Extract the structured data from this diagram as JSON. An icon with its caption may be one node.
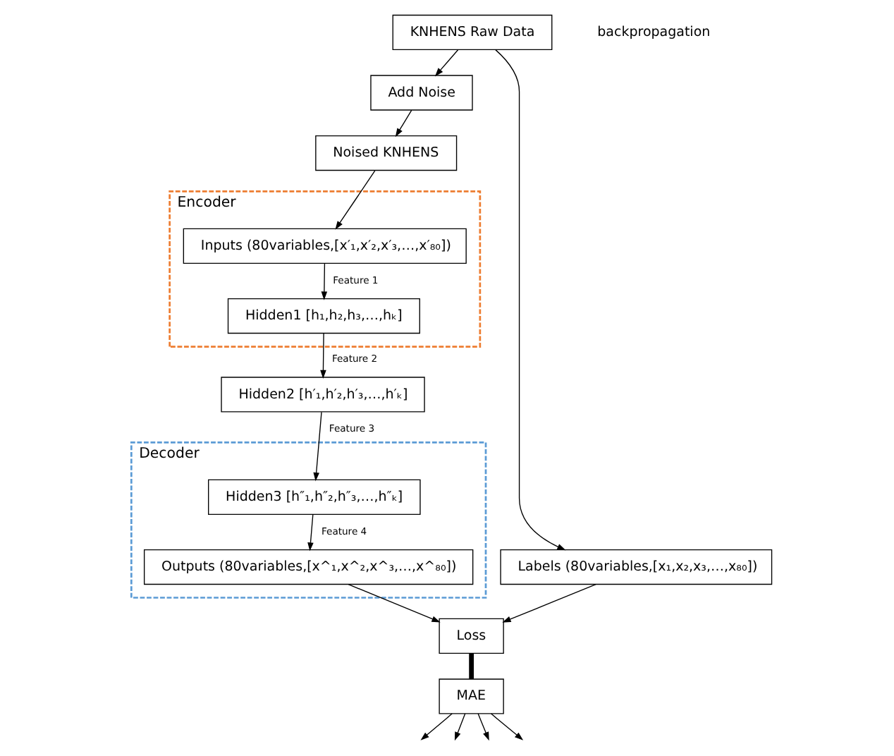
{
  "diagram": {
    "nodes": [
      {
        "text": [
          "KNHENS Raw Data"
        ]
      },
      {
        "text": [
          "Add Noise"
        ]
      },
      {
        "text": [
          "Noised KNHENS"
        ]
      },
      {
        "text": [
          "Encoder"
        ]
      },
      {
        "text": [
          "Inputs (80variables,[x′₁,x′₂,x′₃,…,x′₈₀])"
        ],
        "in": 3
      },
      {
        "text": [
          "Hidden1 [h₁,h₂,h₃,…,hₖ]"
        ],
        "in": 3
      },
      {
        "text": [
          "Hidden2 [h′₁,h′₂,h′₃,…,h′ₖ]"
        ]
      },
      {
        "text": [
          "Decoder"
        ]
      },
      {
        "text": [
          "Hidden3 [h″₁,h″₂,h″₃,…,h″ₖ]"
        ],
        "in": 7
      },
      {
        "text": [
          "Outputs (80variables,[x^₁,x^₂,x^₃,…,x^₈₀])"
        ],
        "in": 7
      },
      {
        "text": [
          "Labels (80variables,[x₁,x₂,x₃,…,x₈₀])"
        ]
      },
      {
        "text": [
          "Loss"
        ]
      },
      {
        "text": [
          "MAE"
        ]
      }
    ],
    "edges": [
      {
        "from": 0,
        "to": 1,
        "arrow": "to"
      },
      {
        "from": 1,
        "to": 2,
        "arrow": "to"
      },
      {
        "from": 2,
        "to": 4,
        "arrow": "to"
      },
      {
        "from": 4,
        "to": 5,
        "arrow": "to",
        "label": "Feature 1"
      },
      {
        "from": 5,
        "to": 6,
        "arrow": "to",
        "label": "Feature 2"
      },
      {
        "from": 6,
        "to": 8,
        "arrow": "to",
        "label": "Feature 3"
      },
      {
        "from": 8,
        "to": 9,
        "arrow": "to",
        "label": "Feature 4"
      },
      {
        "from": 9,
        "to": 11,
        "arrow": "to"
      },
      {
        "from": 0,
        "to": 10,
        "arrow": "to"
      },
      {
        "from": 10,
        "to": 11,
        "arrow": "to"
      },
      {
        "from": 11,
        "to": 12,
        "arrow": "none",
        "style": "thick"
      },
      {
        "from": 12,
        "to": null,
        "arrow": "to"
      },
      {
        "from": 12,
        "to": null,
        "arrow": "to"
      },
      {
        "from": 12,
        "to": null,
        "arrow": "to"
      },
      {
        "from": 12,
        "to": null,
        "arrow": "to"
      }
    ],
    "labels": [
      "backpropagation"
    ]
  }
}
